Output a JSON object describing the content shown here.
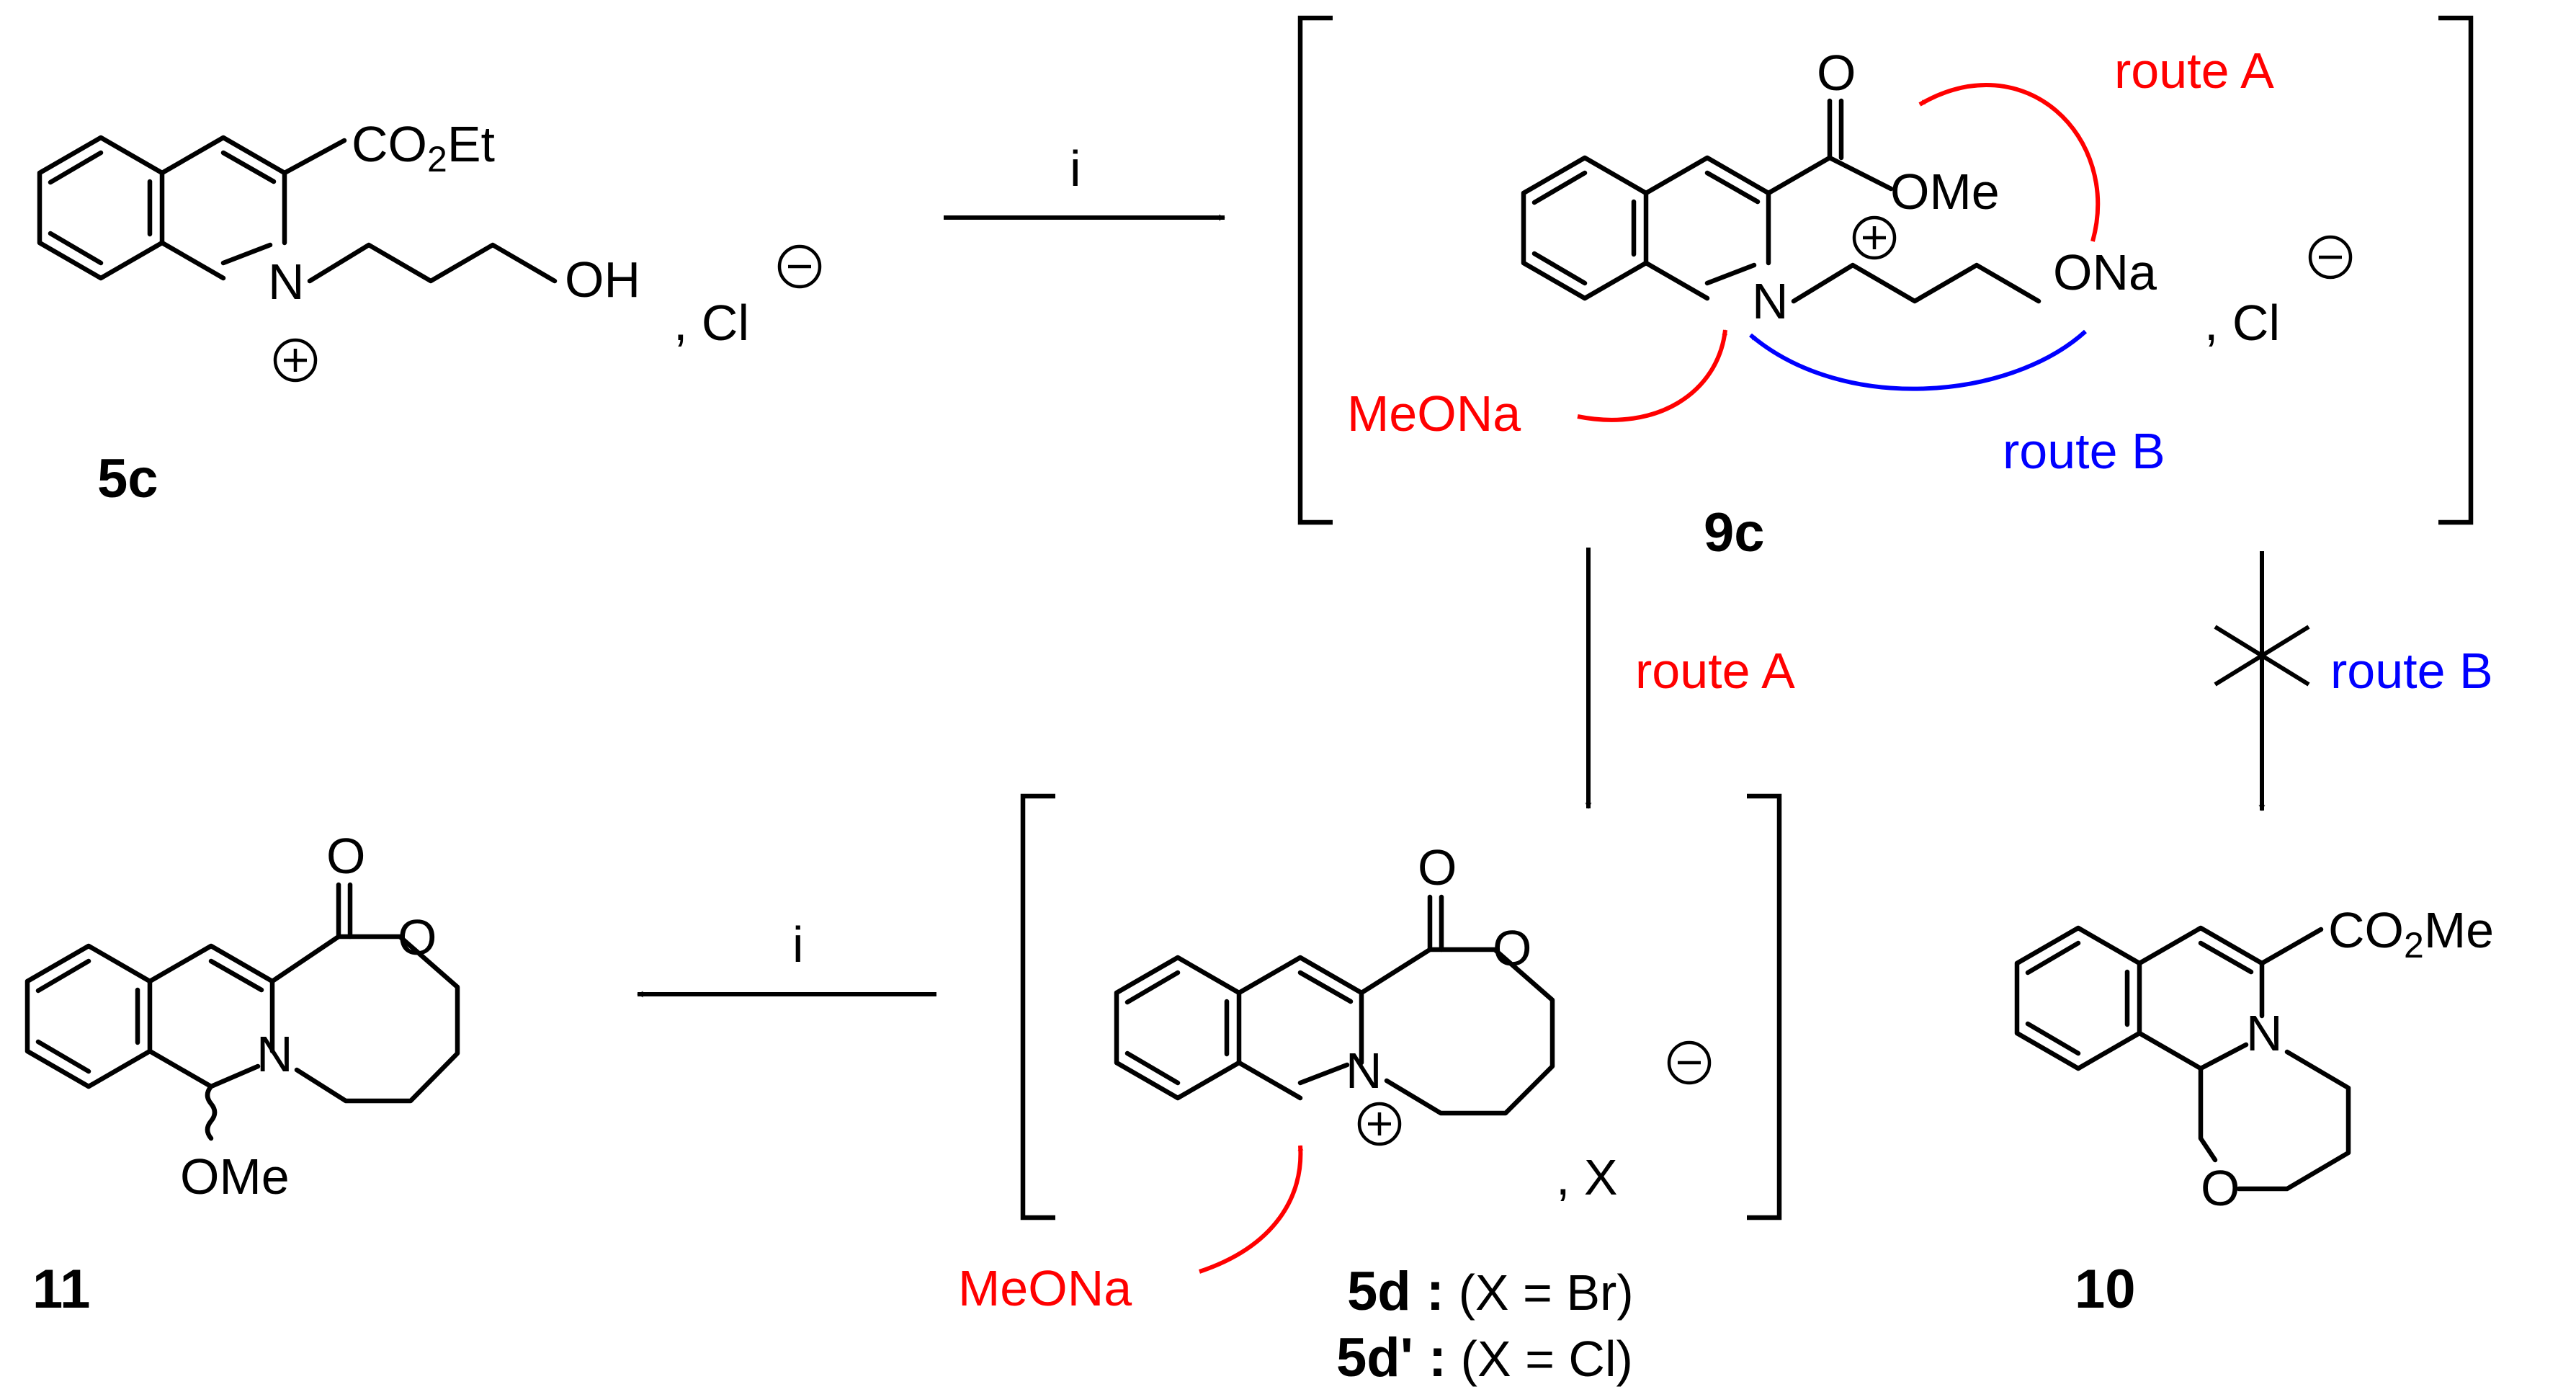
{
  "compounds": {
    "c5c": {
      "label": "5c",
      "ester": "CO",
      "ester_sub": "2",
      "ester_tail": "Et",
      "n": "N",
      "oh": "OH",
      "counter": ", Cl"
    },
    "c9c": {
      "label": "9c",
      "o": "O",
      "ome": "OMe",
      "n": "N",
      "ona": "ONa",
      "counter": ", Cl"
    },
    "c5d": {
      "o_carbonyl": "O",
      "o_ring": "O",
      "n": "N",
      "counter": ", X",
      "label1_bold": "5d :",
      "label1_rest": " (X = Br)",
      "label2_bold": "5d' :",
      "label2_rest": "  (X = Cl)"
    },
    "c10": {
      "label": "10",
      "ester": "CO",
      "ester_sub": "2",
      "ester_tail": "Me",
      "n": "N",
      "o": "O"
    },
    "c11": {
      "label": "11",
      "o_carbonyl": "O",
      "o_ring": "O",
      "n": "N",
      "ome": "OMe"
    }
  },
  "reagents": {
    "step1": "i",
    "step2": "i",
    "meona_top": "MeONa",
    "meona_bottom": "MeONa"
  },
  "routes": {
    "a_top": "route A",
    "b_top": "route B",
    "a_arrow": "route A",
    "b_arrow": "route B"
  },
  "colors": {
    "route_a": "#ff0000",
    "route_b": "#0000ff"
  }
}
